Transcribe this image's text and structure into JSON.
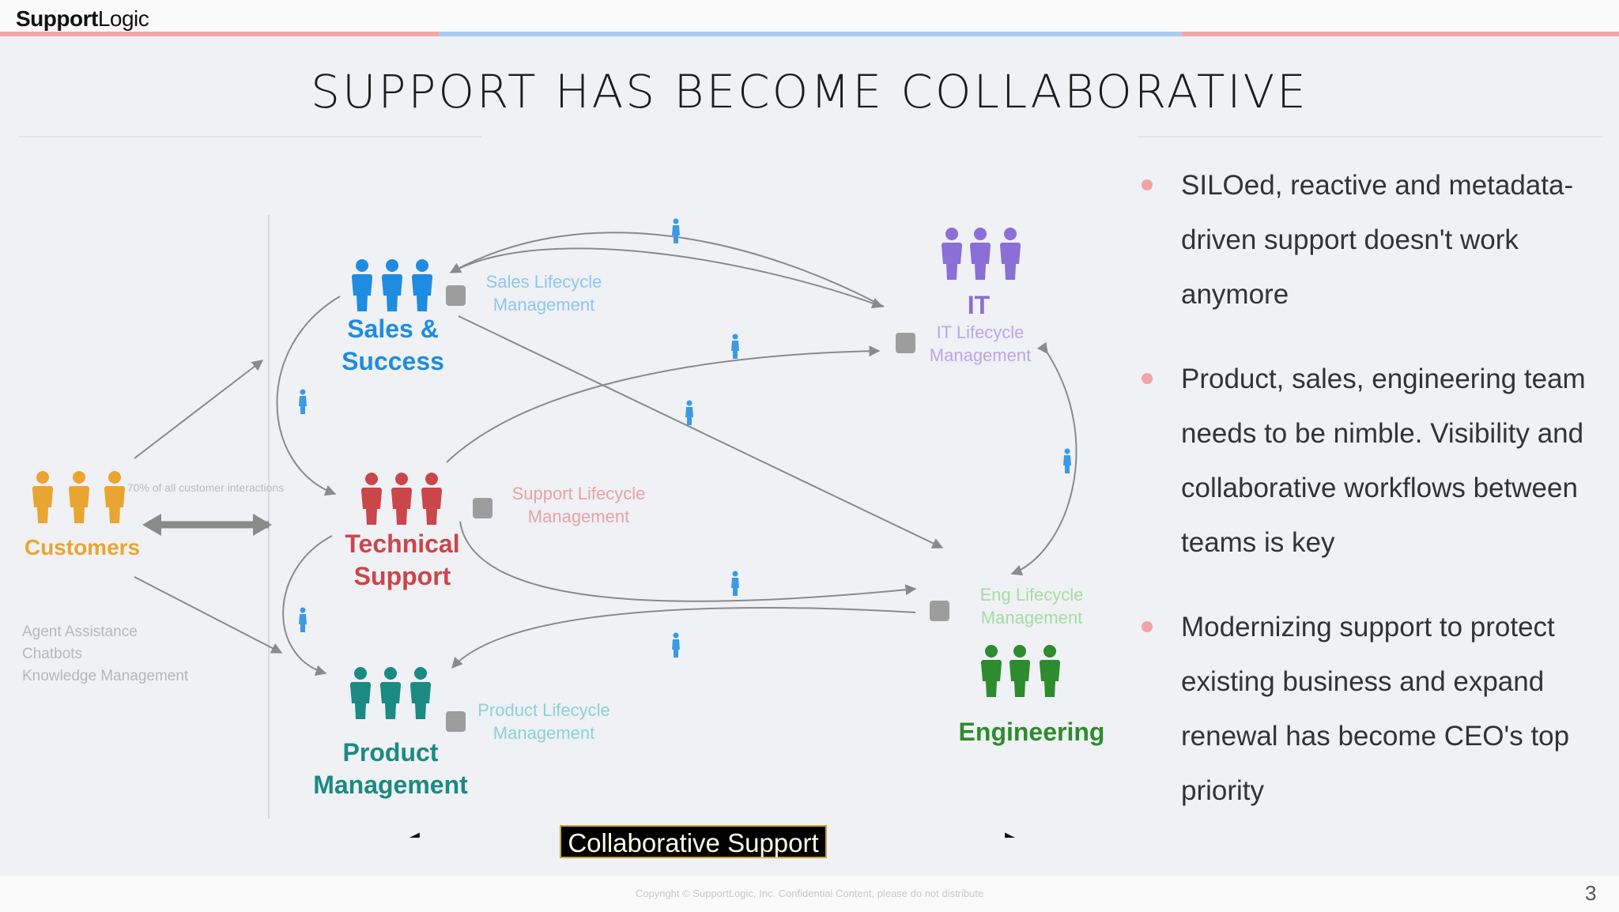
{
  "brand": {
    "bold": "Support",
    "light": "Logic"
  },
  "title": "SUPPORT HAS BECOME COLLABORATIVE",
  "colors": {
    "sales": "#1e8ce0",
    "tech": "#c9464b",
    "product": "#1b8a82",
    "it": "#8a6fd6",
    "eng": "#2e8b2e",
    "customers": "#e9a531",
    "bullet": "#f0a5a5"
  },
  "diagram": {
    "customers": {
      "label": "Customers",
      "note": "70% of all customer interactions",
      "icon": "person-icon"
    },
    "sales": {
      "label_line1": "Sales &",
      "label_line2": "Success",
      "lifecycle_line1": "Sales Lifecycle",
      "lifecycle_line2": "Management"
    },
    "tech": {
      "label_line1": "Technical",
      "label_line2": "Support",
      "lifecycle_line1": "Support Lifecycle",
      "lifecycle_line2": "Management"
    },
    "product": {
      "label_line1": "Product",
      "label_line2": "Management",
      "lifecycle_line1": "Product Lifecycle",
      "lifecycle_line2": "Management"
    },
    "it": {
      "label": "IT",
      "lifecycle_line1": "IT Lifecycle",
      "lifecycle_line2": "Management"
    },
    "eng": {
      "label": "Engineering",
      "lifecycle_line1": "Eng Lifecycle",
      "lifecycle_line2": "Management"
    },
    "agent_tools": [
      "Agent Assistance",
      "Chatbots",
      "Knowledge Management"
    ],
    "collaborative_support": "Collaborative Support"
  },
  "bullets": [
    "SILOed, reactive and metadata-driven support doesn't work anymore",
    "Product, sales, engineering team needs to be nimble. Visibility and collaborative workflows between teams is key",
    "Modernizing support to protect existing business and expand renewal has become CEO's top priority"
  ],
  "footer": {
    "copyright": "Copyright © SupportLogic, Inc. Confidential Content, please do not distribute",
    "page": "3"
  }
}
